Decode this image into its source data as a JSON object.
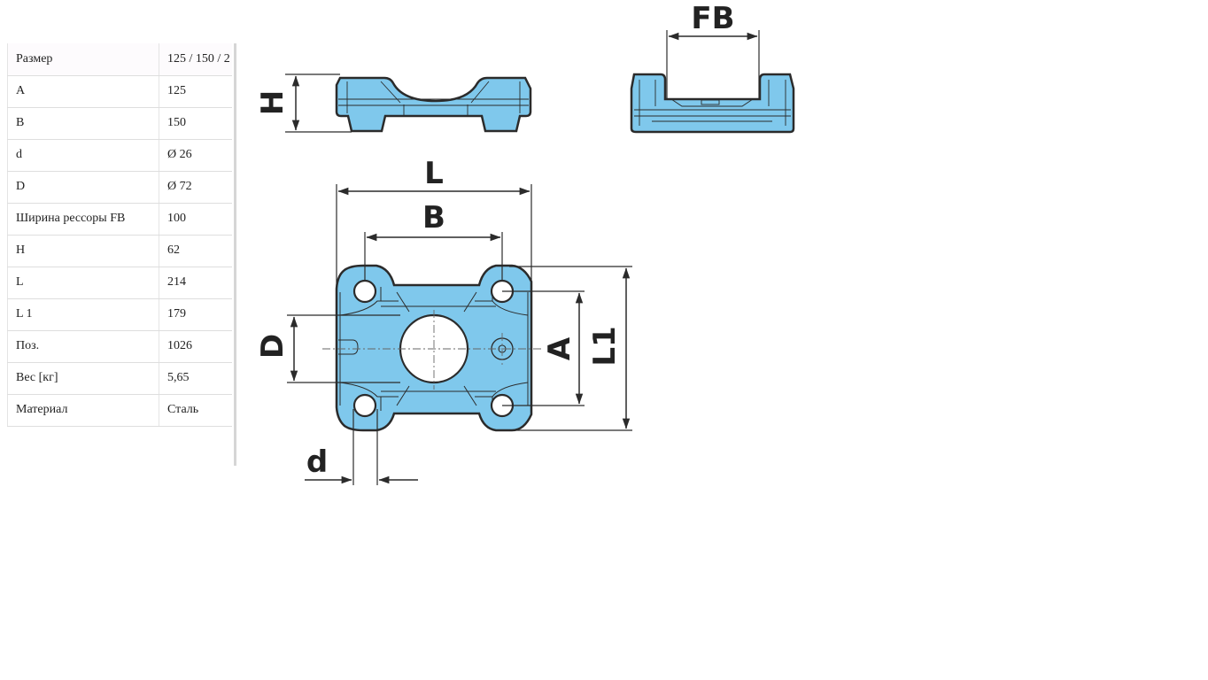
{
  "spec_table": {
    "rows": [
      {
        "name": "Размер",
        "value": "125 / 150 / 2"
      },
      {
        "name": "A",
        "value": "125"
      },
      {
        "name": "B",
        "value": "150"
      },
      {
        "name": "d",
        "value": "Ø 26"
      },
      {
        "name": "D",
        "value": "Ø 72"
      },
      {
        "name": "Ширина рессоры FB",
        "value": "100"
      },
      {
        "name": "H",
        "value": "62"
      },
      {
        "name": "L",
        "value": "214"
      },
      {
        "name": "L 1",
        "value": "179"
      },
      {
        "name": "Поз.",
        "value": "1026"
      },
      {
        "name": "Вес [кг]",
        "value": "5,65"
      },
      {
        "name": "Материал",
        "value": "Сталь"
      }
    ]
  },
  "drawing": {
    "labels": {
      "FB": "FB",
      "H": "H",
      "L": "L",
      "B": "B",
      "D": "D",
      "A": "A",
      "L1": "L1",
      "d": "d"
    },
    "colors": {
      "part_fill": "#7fc8ec",
      "part_stroke": "#2b2b2b",
      "dim_line": "#2b2b2b",
      "center_line": "#666666"
    }
  }
}
